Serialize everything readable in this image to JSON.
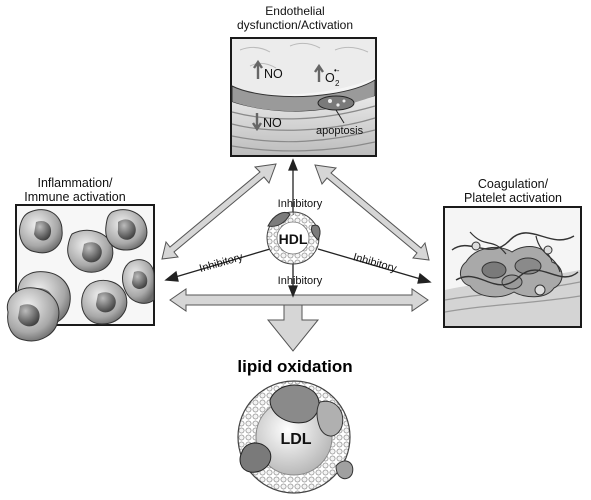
{
  "titles": {
    "endothelial_line1": "Endothelial",
    "endothelial_line2": "dysfunction/Activation",
    "inflammation_line1": "Inflammation/",
    "inflammation_line2": "Immune activation",
    "coagulation_line1": "Coagulation/",
    "coagulation_line2": "Platelet activation"
  },
  "endothelium_labels": {
    "no_up": "NO",
    "o2_up": "O",
    "o2_sub": "2",
    "o2_sup": "•-",
    "no_down": "NO",
    "apoptosis": "apoptosis"
  },
  "center_labels": {
    "hdl": "HDL",
    "inhibitory_top": "Inhibitory",
    "inhibitory_left": "Inhibitory",
    "inhibitory_right": "Inhibitory",
    "inhibitory_bottom": "Inhibitory"
  },
  "lipid_oxidation": "lipid oxidation",
  "ldl": "LDL",
  "colors": {
    "arrow_fill": "#d6d6d6",
    "arrow_stroke": "#555555",
    "panel_border": "#1a1a1a",
    "cell_dark": "#6e6e6e",
    "cell_light": "#cfcfcf"
  }
}
